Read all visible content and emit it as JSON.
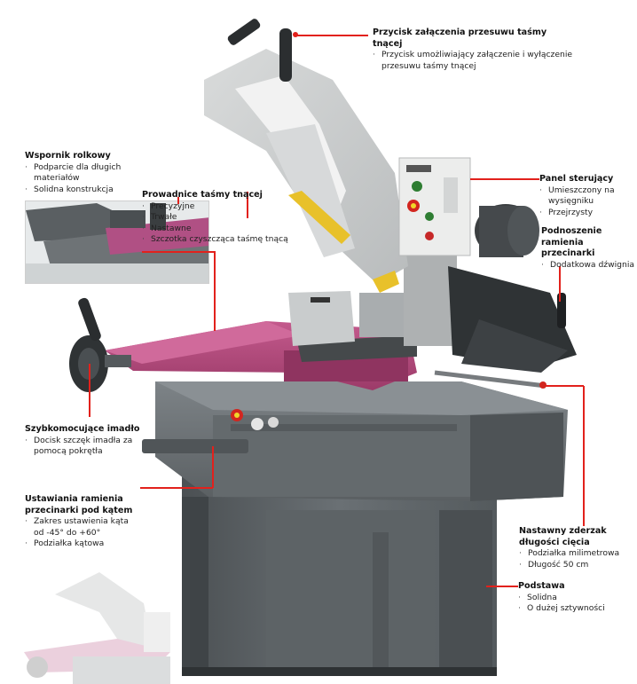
{
  "colors": {
    "accent_red": "#e2211c",
    "machine_grey": "#5b6063",
    "arm_pink": "#b84a7e",
    "panel_white": "#ecedec"
  },
  "callouts": {
    "band_start_switch": {
      "title": "Przycisk załączenia przesuwu taśmy tnącej",
      "items": [
        "Przycisk umożliwiający załączenie i wyłączenie przesuwu taśmy tnącej"
      ]
    },
    "roller_support": {
      "title": "Wspornik rolkowy",
      "items": [
        "Podparcie dla długich materiałów",
        "Solidna konstrukcja"
      ]
    },
    "band_guides": {
      "title": "Prowadnice taśmy tnącej",
      "items": [
        "Precyzyjne",
        "Trwałe",
        "Nastawne",
        "Szczotka czyszcząca taśmę tnącą"
      ]
    },
    "control_panel": {
      "title": "Panel sterujący",
      "items": [
        "Umieszczony na wysięgniku",
        "Przejrzysty"
      ]
    },
    "arm_lift": {
      "title": "Podnoszenie ramienia przecinarki",
      "items": [
        "Dodatkowa dźwignia"
      ]
    },
    "quick_clamp": {
      "title": "Szybkomocujące imadło",
      "items": [
        "Docisk szczęk imadła za pomocą pokrętła"
      ]
    },
    "angle_setting": {
      "title": "Ustawiania ramienia przecinarki pod kątem",
      "items": [
        "Zakres ustawienia kąta od -45° do +60°",
        "Podziałka kątowa"
      ]
    },
    "length_stop": {
      "title": "Nastawny zderzak długości cięcia",
      "items": [
        "Podziałka milimetrowa",
        "Długość 50 cm"
      ]
    },
    "base": {
      "title": "Podstawa",
      "items": [
        "Solidna",
        "O dużej sztywności"
      ]
    }
  }
}
